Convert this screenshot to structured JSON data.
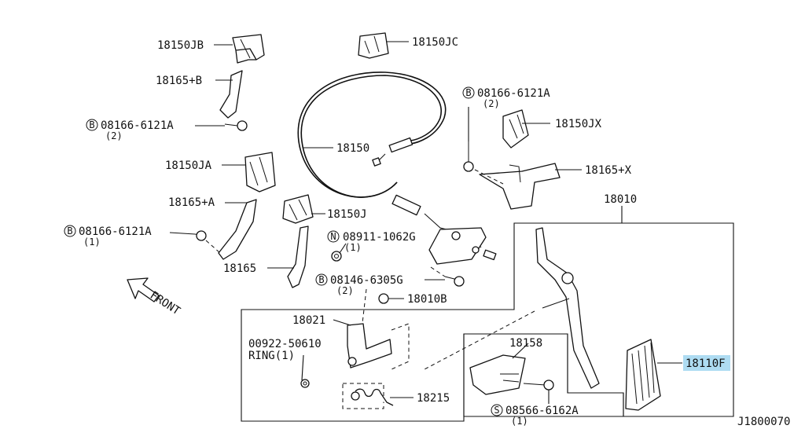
{
  "labels": {
    "p18150JB": "18150JB",
    "p18150JC": "18150JC",
    "p18165B": "18165+B",
    "b08166_1": "08166-6121A",
    "b08166_1_qty": "(2)",
    "p18150": "18150",
    "b08166_2": "08166-6121A",
    "b08166_2_qty": "(2)",
    "p18150JX": "18150JX",
    "p18150JA": "18150JA",
    "p18165X": "18165+X",
    "p18165A": "18165+A",
    "p18150J": "18150J",
    "p18010": "18010",
    "b08166_3": "08166-6121A",
    "b08166_3_qty": "(1)",
    "n08911": "08911-1062G",
    "n08911_qty": "(1)",
    "p18165": "18165",
    "b08146": "08146-6305G",
    "b08146_qty": "(2)",
    "p18010B": "18010B",
    "front": "FRONT",
    "p18021": "18021",
    "p00922": "00922-50610",
    "ring": "RING(1)",
    "p18158": "18158",
    "p18110F": "18110F",
    "p18215": "18215",
    "s08566": "08566-6162A",
    "s08566_qty": "(1)",
    "diagram_id": "J1800070"
  },
  "circle_letters": {
    "B": "B",
    "N": "N",
    "S": "S"
  },
  "highlight_color": "#aedcf2"
}
